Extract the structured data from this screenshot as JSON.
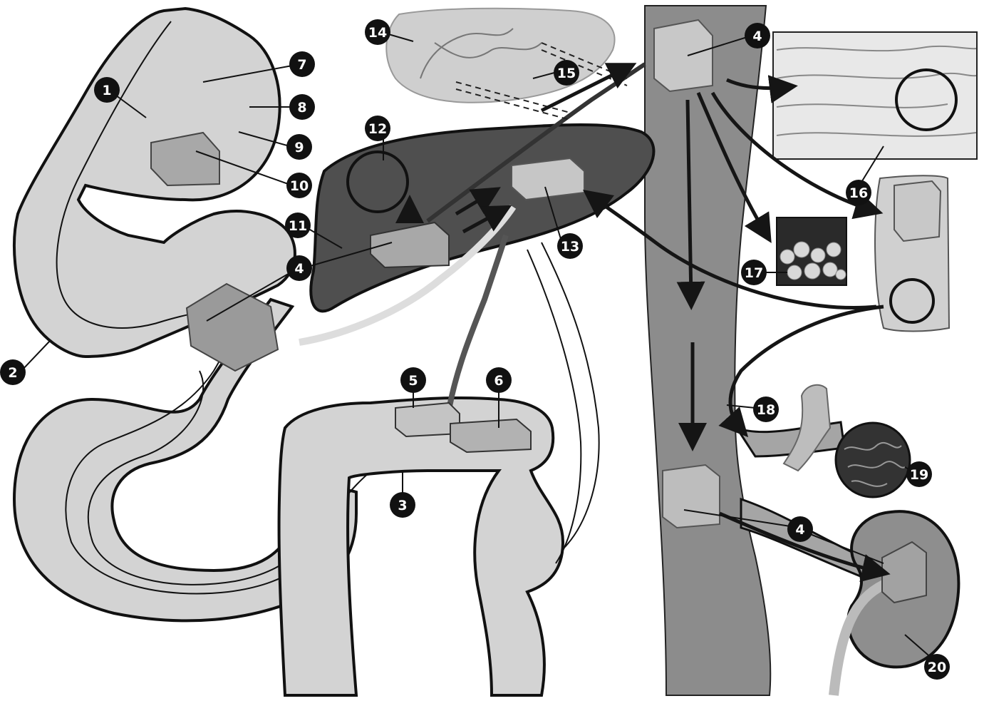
{
  "diagram": {
    "markers": [
      {
        "id": "m1",
        "label": "1"
      },
      {
        "id": "m2",
        "label": "2"
      },
      {
        "id": "m3",
        "label": "3"
      },
      {
        "id": "m4a",
        "label": "4"
      },
      {
        "id": "m4b",
        "label": "4"
      },
      {
        "id": "m4c",
        "label": "4"
      },
      {
        "id": "m5",
        "label": "5"
      },
      {
        "id": "m6",
        "label": "6"
      },
      {
        "id": "m7",
        "label": "7"
      },
      {
        "id": "m8",
        "label": "8"
      },
      {
        "id": "m9",
        "label": "9"
      },
      {
        "id": "m10",
        "label": "10"
      },
      {
        "id": "m11",
        "label": "11"
      },
      {
        "id": "m12",
        "label": "12"
      },
      {
        "id": "m13",
        "label": "13"
      },
      {
        "id": "m14",
        "label": "14"
      },
      {
        "id": "m15",
        "label": "15"
      },
      {
        "id": "m16",
        "label": "16"
      },
      {
        "id": "m17",
        "label": "17"
      },
      {
        "id": "m18",
        "label": "18"
      },
      {
        "id": "m19",
        "label": "19"
      },
      {
        "id": "m20",
        "label": "20"
      }
    ],
    "colors": {
      "organ_fill": "#d3d3d3",
      "liver_fill": "#4f4f4f",
      "vessel_fill": "#8c8c8c",
      "box_fill": "#b8b8b8",
      "marker_fill": "#111111",
      "marker_text": "#ffffff"
    }
  }
}
